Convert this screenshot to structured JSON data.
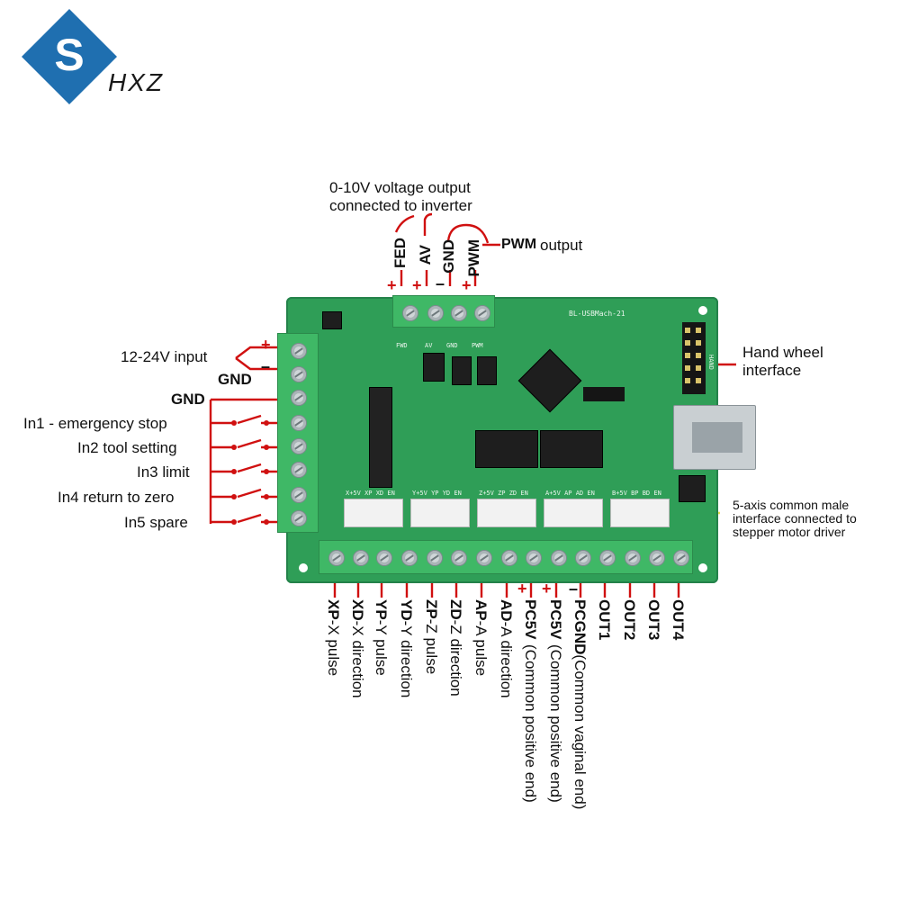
{
  "brand": {
    "name": "HXZ",
    "logo_letter": "S"
  },
  "top": {
    "voltage_line1": "0-10V voltage output",
    "voltage_line2": "connected to inverter",
    "pwm_label": "output",
    "pins": [
      "FED",
      "AV",
      "GND",
      "PWM"
    ],
    "pin_pwm": "PWM",
    "polarity": [
      "+",
      "+",
      "–",
      "+"
    ]
  },
  "left": {
    "power_input": "12-24V input",
    "gnd_power": "GND",
    "plus": "+",
    "minus": "–",
    "gnd_inputs": "GND",
    "inputs": [
      "In1 - emergency stop",
      "In2 tool setting",
      "In3 limit",
      "In4 return to zero",
      "In5 spare"
    ]
  },
  "right": {
    "handwheel_line1": "Hand wheel",
    "handwheel_line2": "interface",
    "axis_line1": "5-axis common male",
    "axis_line2": "interface connected to",
    "axis_line3": "stepper motor driver"
  },
  "bottom": {
    "terminals": [
      {
        "pin": "XP",
        "desc": "-X pulse"
      },
      {
        "pin": "XD",
        "desc": "-X direction"
      },
      {
        "pin": "YP",
        "desc": "-Y pulse"
      },
      {
        "pin": "YD",
        "desc": "-Y direction"
      },
      {
        "pin": "ZP",
        "desc": "-Z pulse"
      },
      {
        "pin": "ZD",
        "desc": "-Z direction"
      },
      {
        "pin": "AP",
        "desc": "-A pulse"
      },
      {
        "pin": "AD",
        "desc": "-A direction"
      },
      {
        "pin": "PC5V",
        "desc": "(Common positive end)"
      },
      {
        "pin": "PC5V",
        "desc": "(Common positive end)"
      },
      {
        "pin": "PCGND",
        "desc": "(Common vaginal end)"
      },
      {
        "pin": "OUT1",
        "desc": ""
      },
      {
        "pin": "OUT2",
        "desc": ""
      },
      {
        "pin": "OUT3",
        "desc": ""
      },
      {
        "pin": "OUT4",
        "desc": ""
      }
    ],
    "polarity": [
      "+",
      "+",
      "–"
    ]
  },
  "board": {
    "model": "BL-USBMach-21",
    "hand": "HAND",
    "silk_top": [
      "FWD",
      "AV",
      "GND",
      "PWM"
    ],
    "silk_axes": [
      "X+5V XP XD EN",
      "Y+5V YP YD EN",
      "Z+5V ZP ZD EN",
      "A+5V AP AD EN",
      "B+5V BP BD EN"
    ]
  },
  "colors": {
    "accent": "#d01010",
    "pcb": "#2f9e57",
    "logo": "#1f6fb0",
    "terminal": "#3fb866"
  }
}
